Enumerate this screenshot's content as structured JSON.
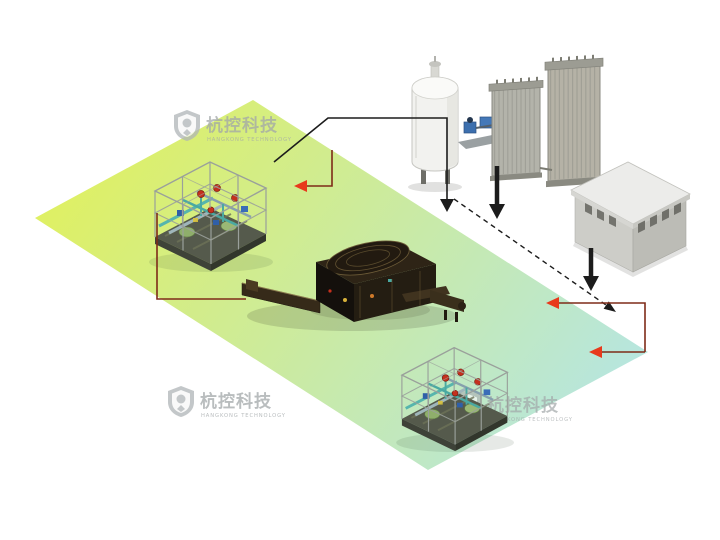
{
  "watermark": {
    "title": "杭控科技",
    "subtitle": "HANGKONG TECHNOLOGY"
  },
  "scene": {
    "background": "#ffffff",
    "ground": {
      "color_top_left": "#dff063",
      "color_mid": "#cdeb9a",
      "color_bottom_right": "#b7e6de"
    },
    "components": [
      "ground-plane",
      "storage-tank",
      "pump-unit",
      "vaporizer-bank-1",
      "vaporizer-bank-2",
      "control-building",
      "valve-skid-left",
      "main-machine",
      "valve-skid-right"
    ],
    "flows": {
      "supply_line_color": "#1c1c1c",
      "return_line_color": "#7e2b18",
      "arrowhead_color": "#e8391c",
      "line_styles": [
        "solid",
        "dashed",
        "thick-elbow"
      ]
    }
  }
}
